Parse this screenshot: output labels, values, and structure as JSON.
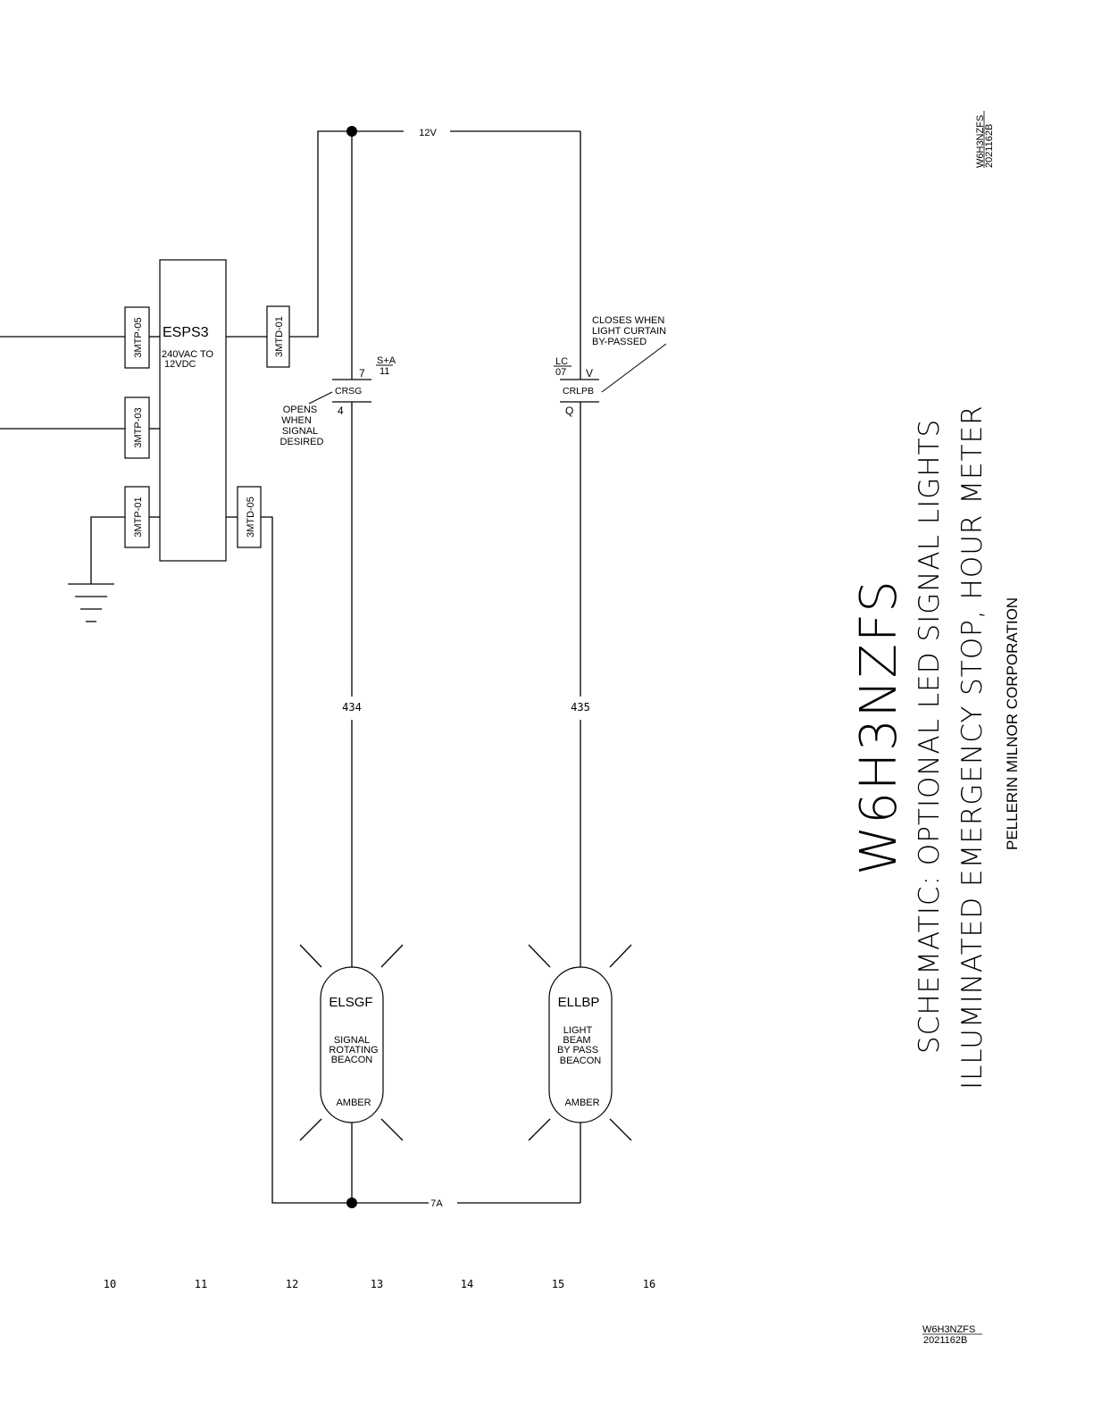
{
  "drawing_number": "W6H3NZFS",
  "sheet_code": "2021162B",
  "title": {
    "line1": "SCHEMATIC: OPTIONAL LED SIGNAL LIGHTS",
    "line2": "ILLUMINATED EMERGENCY STOP, HOUR METER",
    "company": "PELLERIN MILNOR CORPORATION"
  },
  "power_supply": {
    "name": "ESPS3",
    "rating_line1": "240VAC TO",
    "rating_line2": "12VDC"
  },
  "terminals": {
    "mtp05": "3MTP-05",
    "mtp03": "3MTP-03",
    "mtp01": "3MTP-01",
    "mtd01": "3MTD-01",
    "mtd05": "3MTD-05"
  },
  "wires": {
    "top": "12V",
    "bottom": "7A",
    "left_branch": "434",
    "right_branch": "435"
  },
  "contact_crsg": {
    "name": "CRSG",
    "pin_top": "7",
    "pin_bottom": "4",
    "ref_num": "S+A",
    "ref_den": "11",
    "note": [
      "OPENS",
      "WHEN",
      "SIGNAL",
      "DESIRED"
    ]
  },
  "contact_crlpb": {
    "name": "CRLPB",
    "pin_top": "V",
    "pin_bottom": "Q",
    "ref_num": "LC",
    "ref_den": "07",
    "note": [
      "CLOSES WHEN",
      "LIGHT CURTAIN",
      "BY-PASSED"
    ]
  },
  "beacon_left": {
    "name": "ELSGF",
    "desc": [
      "SIGNAL",
      "ROTATING",
      "BEACON"
    ],
    "color": "AMBER"
  },
  "beacon_right": {
    "name": "ELLBP",
    "desc": [
      "LIGHT",
      "BEAM",
      "BY PASS",
      "BEACON"
    ],
    "color": "AMBER"
  },
  "columns": [
    "10",
    "11",
    "12",
    "13",
    "14",
    "15",
    "16"
  ]
}
